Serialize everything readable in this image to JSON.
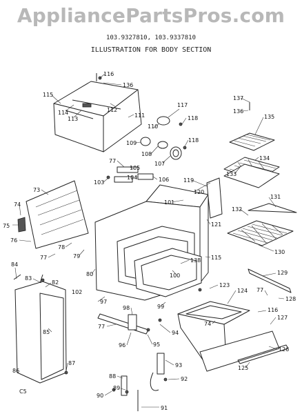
{
  "header": {
    "watermark": "AppliancePartsPros.com",
    "models": "103.9327810, 103.9337810",
    "caption": "ILLUSTRATION FOR BODY SECTION"
  },
  "footer_code": "C5",
  "labels": {
    "l116": "116",
    "l136a": "136",
    "l115": "115",
    "l114": "114",
    "l113": "113",
    "l112": "112",
    "l111": "111",
    "l117": "117",
    "l118a": "118",
    "l110": "110",
    "l109": "109",
    "l108": "108",
    "l107": "107",
    "l118b": "118",
    "l77a": "77",
    "l105": "105",
    "l103": "103",
    "l104": "104",
    "l106": "106",
    "l137": "137",
    "l136b": "136",
    "l135": "135",
    "l134": "134",
    "l133": "133",
    "l119": "119",
    "l120": "120",
    "l101": "101",
    "l121": "121",
    "l131": "131",
    "l132": "132",
    "l130": "130",
    "l73": "73",
    "l74": "74",
    "l75": "75",
    "l76": "76",
    "l78": "78",
    "l77b": "77",
    "l79": "79",
    "l80": "80",
    "l138": "138",
    "l100": "100",
    "l115b": "115",
    "l84": "84",
    "l83": "83",
    "l82": "82",
    "l102": "102",
    "l97": "97",
    "l99": "99",
    "l123": "123",
    "l124": "124",
    "l129": "129",
    "l77c": "77",
    "l128": "128",
    "l98": "98",
    "l116b": "116",
    "l74b": "74",
    "l127": "127",
    "l85": "85",
    "l77d": "77",
    "l96": "96",
    "l94": "94",
    "l95": "95",
    "l126": "126",
    "l125": "125",
    "l87": "87",
    "l86": "86",
    "l93": "93",
    "l88": "88",
    "l92": "92",
    "l89": "89",
    "l90": "90",
    "l91": "91"
  }
}
